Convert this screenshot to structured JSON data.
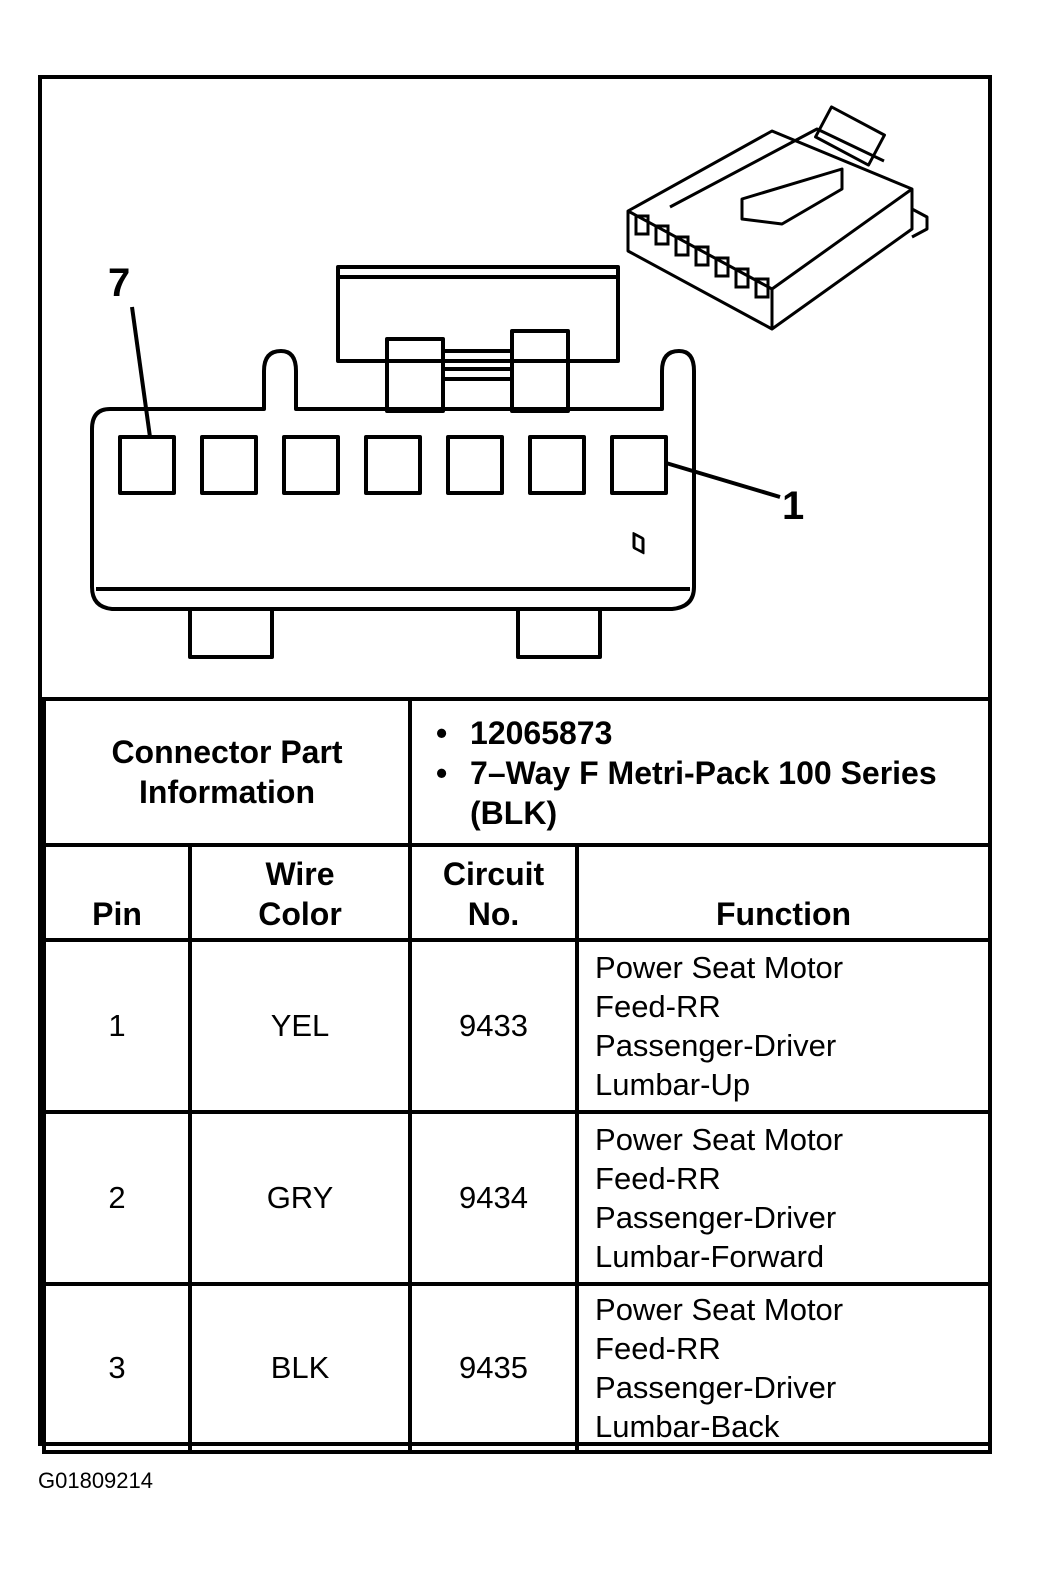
{
  "callouts": {
    "pin_left": "7",
    "pin_right": "1"
  },
  "connector_info": {
    "label": "Connector Part Information",
    "values": [
      "12065873",
      "7–Way F Metri-Pack 100 Series (BLK)"
    ]
  },
  "table": {
    "headers": {
      "pin": "Pin",
      "wire_color": "Wire Color",
      "circuit": "Circuit No.",
      "function": "Function"
    },
    "rows": [
      {
        "pin": "1",
        "wire_color": "YEL",
        "circuit": "9433",
        "function": [
          "Power Seat Motor",
          "Feed-RR",
          "Passenger-Driver",
          "Lumbar-Up"
        ]
      },
      {
        "pin": "2",
        "wire_color": "GRY",
        "circuit": "9434",
        "function": [
          "Power Seat Motor",
          "Feed-RR",
          "Passenger-Driver",
          "Lumbar-Forward"
        ]
      },
      {
        "pin": "3",
        "wire_color": "BLK",
        "circuit": "9435",
        "function": [
          "Power Seat Motor",
          "Feed-RR",
          "Passenger-Driver",
          "Lumbar-Back"
        ]
      }
    ]
  },
  "figure_id": "G01809214"
}
